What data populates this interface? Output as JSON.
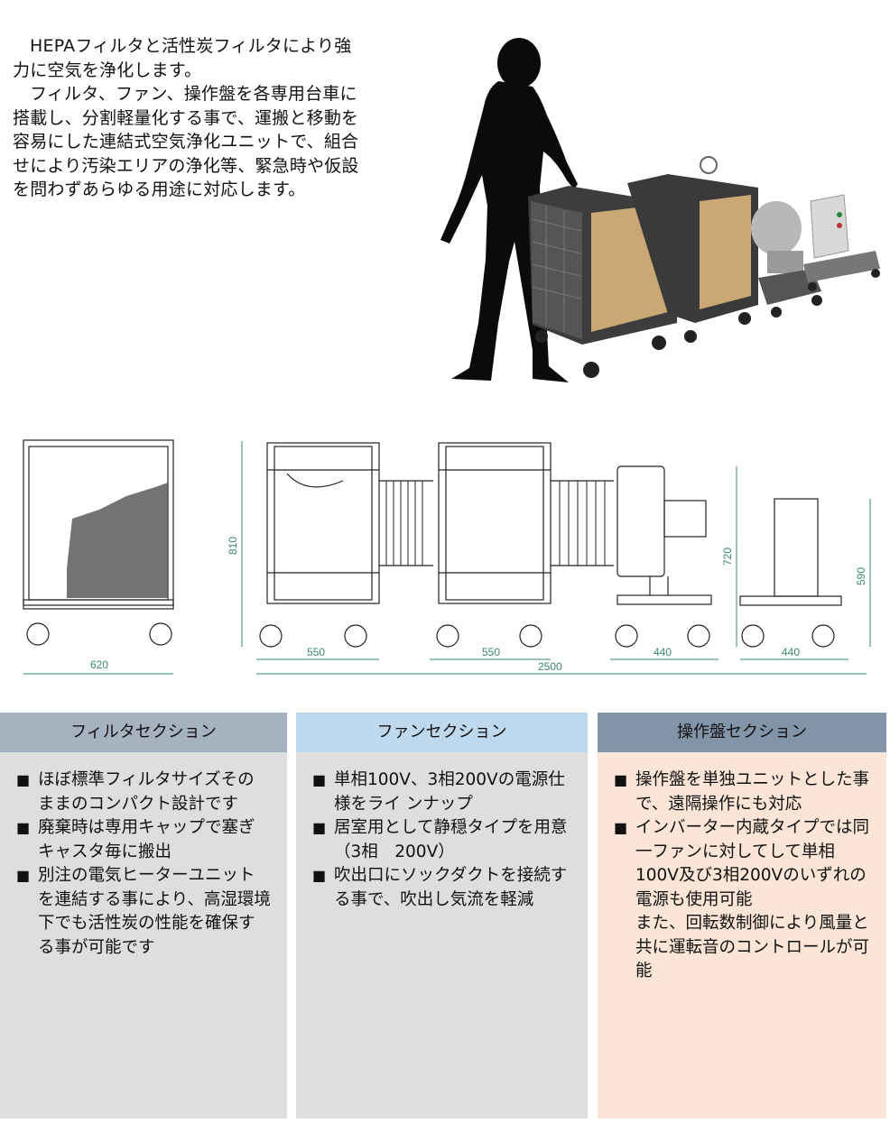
{
  "intro": {
    "paragraphs": [
      "HEPAフィルタと活性炭フィルタにより強力に空気を浄化します。",
      "フィルタ、ファン、操作盤を各専用台車に搭載し、分割軽量化する事で、運搬と移動を容易にした連結式空気浄化ユニットで、組合せにより汚染エリアの浄化等、緊急時や仮設を問わずあらゆる用途に対応します。"
    ]
  },
  "dimensions": {
    "filter_width": "620",
    "height_total": "810",
    "filter_section_1": "550",
    "filter_section_2": "550",
    "fan_section": "440",
    "fan_height": "720",
    "panel_section": "440",
    "panel_height": "590",
    "overall_length": "2500"
  },
  "sections": [
    {
      "title": "フィルタセクション",
      "items": [
        "ほぼ標準フィルタサイズそのままのコンパクト設計です",
        "廃棄時は専用キャップで塞ぎキャスタ毎に搬出",
        "別注の電気ヒーターユニットを連結する事により、高湿環境下でも活性炭の性能を確保する事が可能です"
      ]
    },
    {
      "title": "ファンセクション",
      "items": [
        "単相100V、3相200Vの電源仕様をライ ンナップ",
        "居室用として静穏タイプを用意（3相　200V）",
        "吹出口にソックダクトを接続する事で、吹出し気流を軽減"
      ]
    },
    {
      "title": "操作盤セクション",
      "items": [
        "操作盤を単独ユニットとした事で、遠隔操作にも対応",
        "インバーター内蔵タイプでは同一ファンに対してして単相 100V及び3相200Vのいずれの電源も使用可能"
      ],
      "note": "また、回転数制御により風量と共に運転音のコントロールが可能"
    }
  ]
}
